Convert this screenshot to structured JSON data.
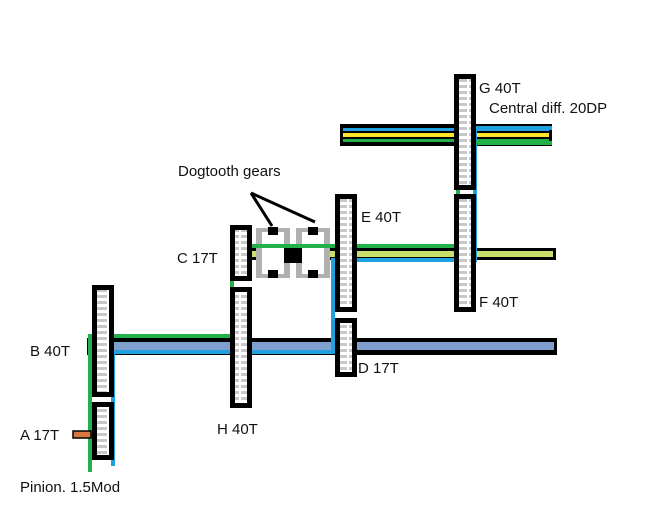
{
  "labels": {
    "dogtooth": "Dogtooth gears",
    "gear_c": "C 17T",
    "gear_e": "E 40T",
    "gear_g": "G 40T",
    "central_diff": "Central diff.  20DP",
    "gear_f": "F 40T",
    "gear_b": "B 40T",
    "gear_h": "H 40T",
    "gear_d": "D 17T",
    "gear_a": "A 17T",
    "pinion": "Pinion.  1.5Mod"
  },
  "colors": {
    "path_green": "#22b04a",
    "path_blue": "#20a0e0",
    "shaft_yellow": "#ffe52a",
    "shaft_lime": "#c8e06a",
    "shaft_steel": "#7f9fcf",
    "gear_tooth": "#c8c8c8",
    "dog_gear": "#b0b0b0",
    "pinion_copper": "#d87840",
    "outline": "#000000"
  }
}
